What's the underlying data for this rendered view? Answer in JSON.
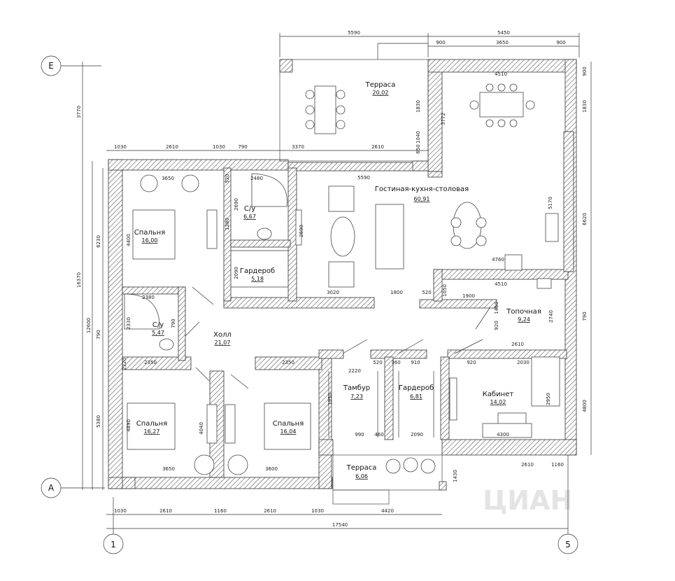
{
  "axes": {
    "top": "Е",
    "bottom": "А",
    "left": "1",
    "right": "5"
  },
  "rooms": [
    {
      "name": "Терраса",
      "area": "20,02"
    },
    {
      "name": "Гостиная-кухня-столовая",
      "area": "60,91"
    },
    {
      "name": "Спальня",
      "area": "16,00"
    },
    {
      "name": "С/у",
      "area": "6,67"
    },
    {
      "name": "Гардероб",
      "area": "5,18"
    },
    {
      "name": "С/у",
      "area": "5,47"
    },
    {
      "name": "Холл",
      "area": "21,07"
    },
    {
      "name": "Топочная",
      "area": "9,24"
    },
    {
      "name": "Тамбур",
      "area": "7,23"
    },
    {
      "name": "Гардероб",
      "area": "6,81"
    },
    {
      "name": "Кабинет",
      "area": "14,02"
    },
    {
      "name": "Спальня",
      "area": "16,27"
    },
    {
      "name": "Спальня",
      "area": "16,04"
    },
    {
      "name": "Терраса",
      "area": "6,06"
    }
  ],
  "dimensions": {
    "top_outer": [
      "5590",
      "5450"
    ],
    "top_inner": [
      "900",
      "3650",
      "900"
    ],
    "row2": [
      "1030",
      "2610",
      "1030",
      "790",
      "3370",
      "2610"
    ],
    "bottom_row1": [
      "1030",
      "2610",
      "1160",
      "2610",
      "1030",
      "4420"
    ],
    "bottom_total": "17540",
    "left_outer": [
      "3770",
      "16370"
    ],
    "left_inner": [
      "6230",
      "12600",
      "790",
      "5380"
    ],
    "right": [
      "900",
      "1830",
      "6620",
      "2740",
      "790",
      "4800"
    ],
    "interior": [
      "4510",
      "1830",
      "3772",
      "1040",
      "650",
      "5590",
      "3650",
      "2480",
      "520",
      "2690",
      "2690",
      "1380",
      "2090",
      "4400",
      "5170",
      "4760",
      "4510",
      "1050",
      "1900",
      "3020",
      "1800",
      "520",
      "920",
      "1450",
      "2610",
      "2030",
      "2380",
      "2330",
      "790",
      "2350",
      "2350",
      "2320",
      "2220",
      "520",
      "360",
      "910",
      "920",
      "1950",
      "990",
      "460",
      "2090",
      "4300",
      "2610",
      "1160",
      "1430",
      "4890",
      "4040",
      "3650",
      "3600",
      "2950"
    ]
  }
}
